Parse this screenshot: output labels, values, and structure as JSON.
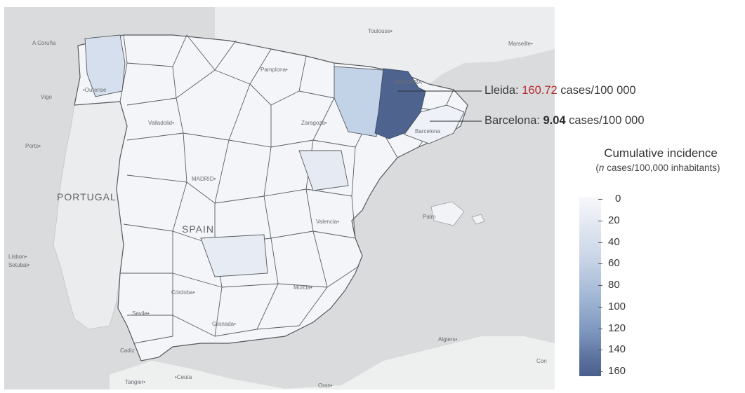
{
  "map": {
    "cities": {
      "toulouse": "Toulouse•",
      "marseille": "Marseille•",
      "a_coruna": "A Coruña",
      "vigo": "Vigo",
      "ourense": "•Ourense",
      "porto": "Porto•",
      "valladolid": "Valladolid•",
      "zaragoza": "Zaragoza•",
      "madrid": "MADRID•",
      "valencia": "Valencia•",
      "palma": "Palm",
      "lisbon": "Lisbon•",
      "setubal": "Setubal•",
      "cordoba": "Córdoba•",
      "sevilla": "Sevile•",
      "granada": "Granada•",
      "murcia": "Murcia•",
      "cadiz": "Cadiz",
      "tangier": "Tangier•",
      "ceuta": "•Ceuta",
      "oran": "Oran•",
      "algiers": "Algiers•",
      "andorra": "ANDORRA",
      "barcelona": "Barcelona",
      "pamplona": "Pamplona•",
      "con": "Con"
    },
    "countries": {
      "portugal": "PORTUGAL",
      "spain": "SPAIN"
    },
    "highlight_colors": {
      "lleida": "#4f6590",
      "huesca": "#c2d2e6",
      "lugo": "#d8e1ee",
      "barcelona": "#eef1f7",
      "default": "#f3f5f9"
    }
  },
  "callouts": {
    "lleida": {
      "name": "Lleida: ",
      "value": "160.72",
      "unit": " cases/100 000"
    },
    "barcelona": {
      "name": "Barcelona: ",
      "value": "9.04",
      "unit": " cases/100 000"
    }
  },
  "legend": {
    "title": "Cumulative incidence",
    "subtitle_italic": "n",
    "subtitle_rest": " cases/100,000 inhabitants)",
    "subtitle_open": "(",
    "ticks": [
      "0",
      "20",
      "40",
      "60",
      "80",
      "100",
      "120",
      "140",
      "160"
    ],
    "range": [
      0,
      160
    ],
    "colors": [
      "#f7f8fb",
      "#4b5f8b"
    ]
  }
}
